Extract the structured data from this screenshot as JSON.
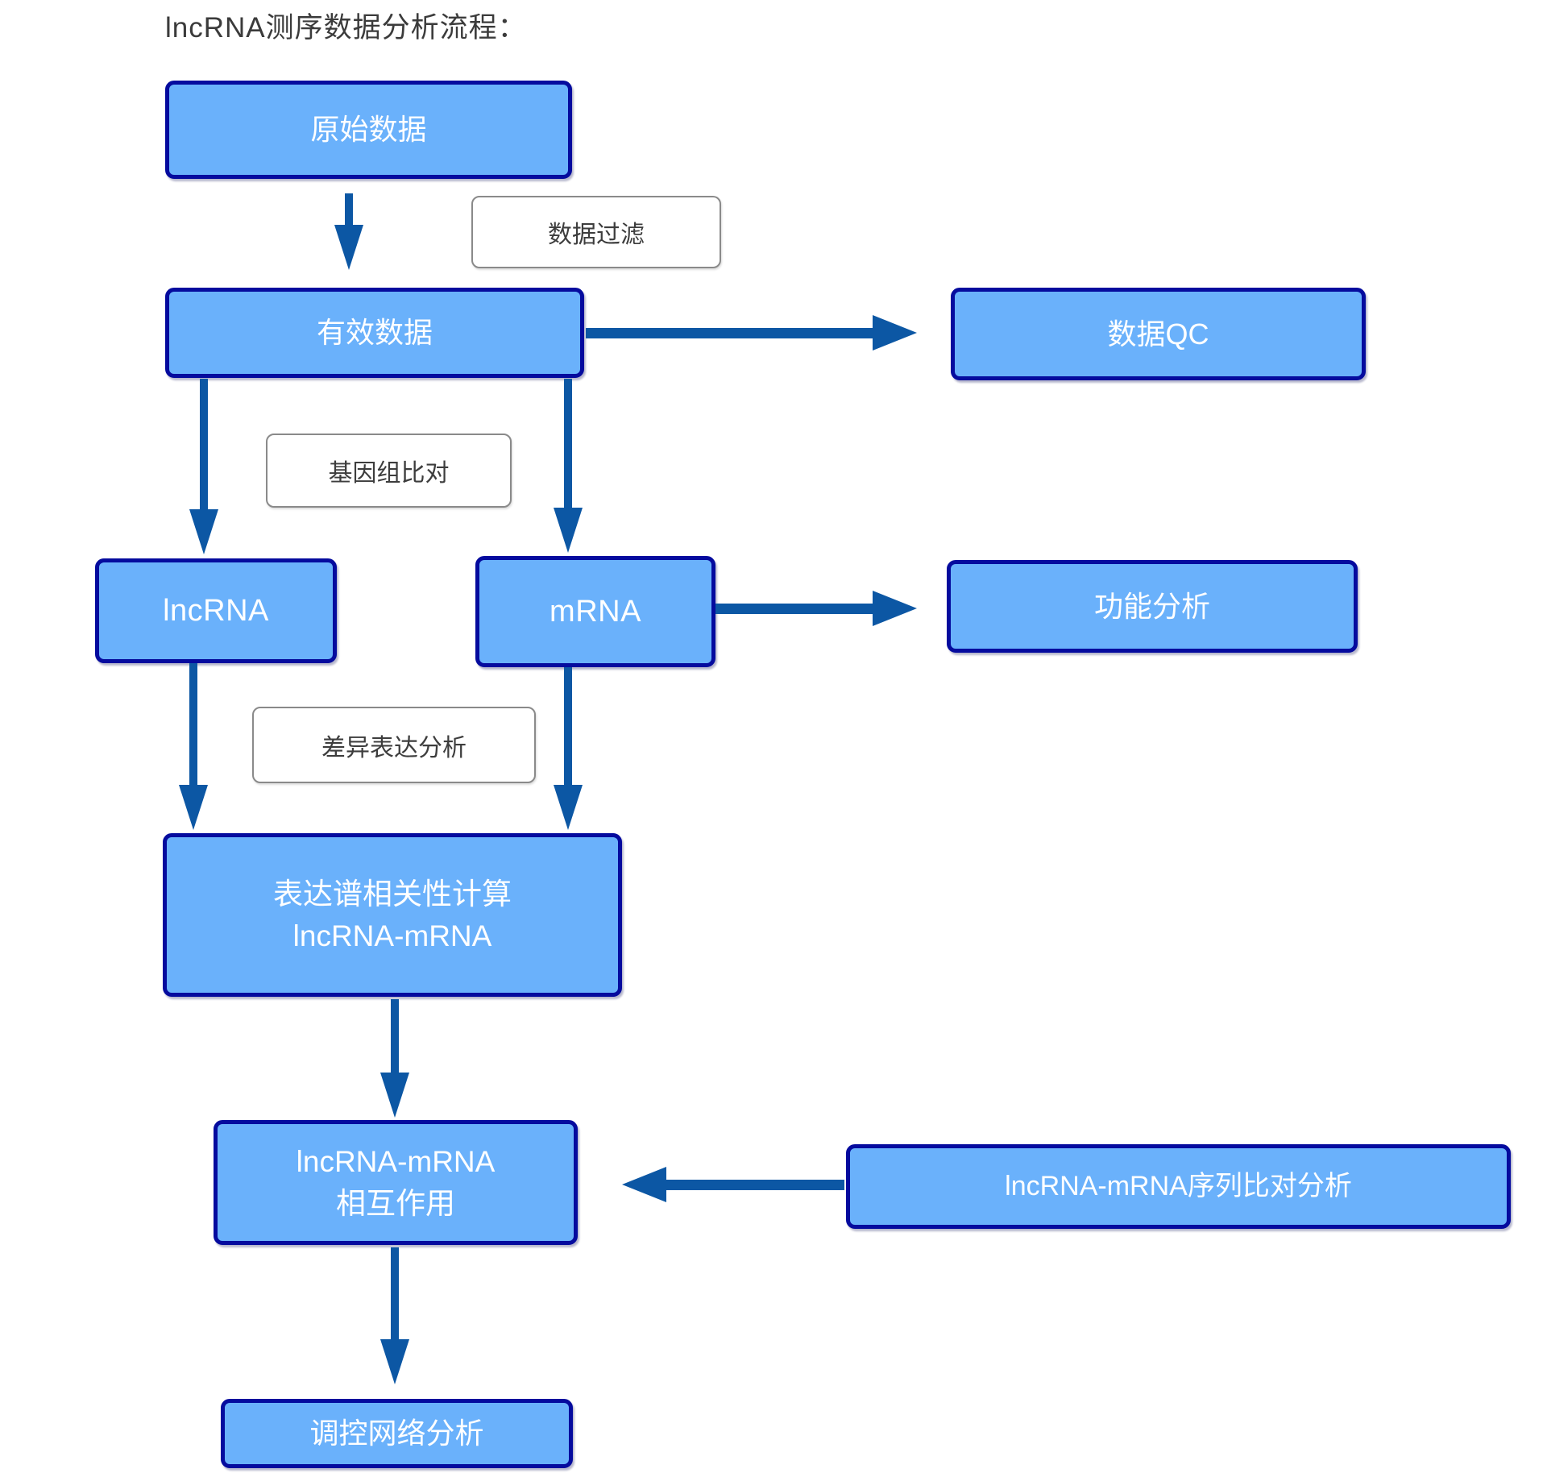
{
  "title": "lncRNA测序数据分析流程：",
  "colors": {
    "node_fill": "#6ab1fb",
    "node_border": "#050b9e",
    "arrow": "#0c57a4",
    "label_border": "#8a8a8a",
    "label_text": "#3d3d3d",
    "node_text": "#ffffff",
    "title_text": "#3b3b3b"
  },
  "nodes": {
    "raw": {
      "label": "原始数据"
    },
    "valid": {
      "label": "有效数据"
    },
    "qc": {
      "label": "数据QC"
    },
    "lncrna": {
      "label": "lncRNA"
    },
    "mrna": {
      "label": "mRNA"
    },
    "func": {
      "label": "功能分析"
    },
    "corr": {
      "line1": "表达谱相关性计算",
      "line2": "lncRNA-mRNA"
    },
    "inter": {
      "line1": "lncRNA-mRNA",
      "line2": "相互作用"
    },
    "seq": {
      "label": "lncRNA-mRNA序列比对分析"
    },
    "net": {
      "label": "调控网络分析"
    }
  },
  "edge_labels": {
    "filter": "数据过滤",
    "genome_align": "基因组比对",
    "diff_expr": "差异表达分析"
  }
}
